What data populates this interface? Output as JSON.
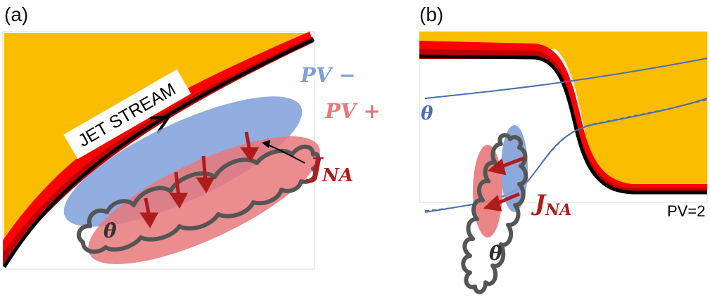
{
  "panel_a": {
    "label": "(a)",
    "jet_stream_label": "JET STREAM",
    "pv_minus_label": "PV −",
    "pv_plus_label": "PV +",
    "j_label": "J",
    "j_subscript": "NA",
    "theta_dot_label": "θ̇"
  },
  "panel_b": {
    "label": "(b)",
    "theta_label": "θ",
    "j_label": "J",
    "j_subscript": "NA",
    "theta_dot_label": "θ̇",
    "pv_contour_label": "PV=2"
  },
  "colors": {
    "stratosphere": "#fbbd00",
    "jet_red": "#ff0000",
    "jet_dark": "#c00000",
    "outline": "#000000",
    "pv_minus": "#7f9fd9",
    "pv_plus": "#e8787a",
    "arrow": "#b01c1c",
    "cloud": "#555555",
    "theta_line": "#4a6fb0"
  }
}
